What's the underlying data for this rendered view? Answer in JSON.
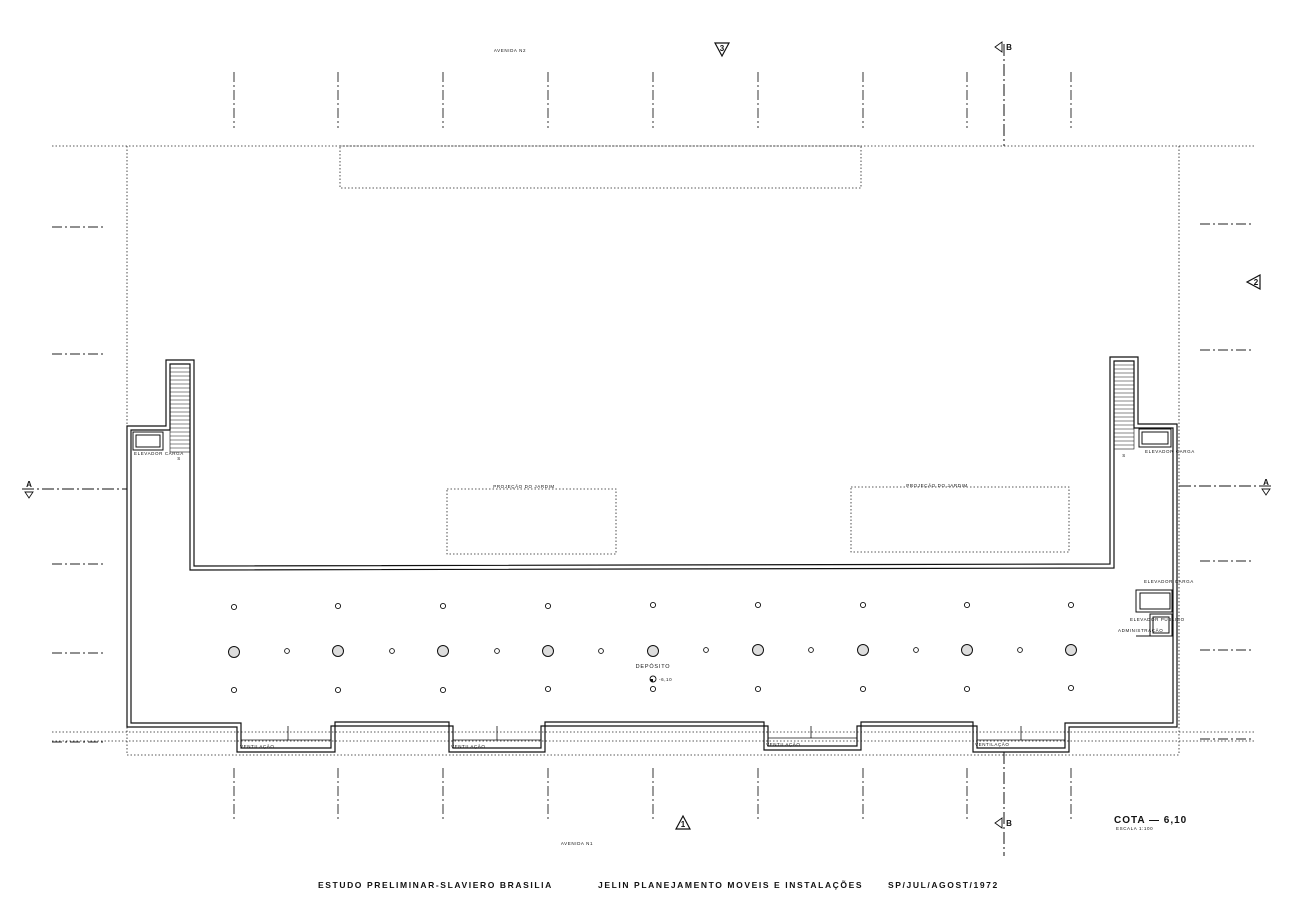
{
  "streets": {
    "top": "AVENIDA N2",
    "bottom": "AVENIDA N1"
  },
  "markers": {
    "elevation_top": "3",
    "elevation_right": "2",
    "elevation_bottom": "1",
    "section_a": "A",
    "section_b": "B"
  },
  "labels": {
    "garden_left": "PROJEÇÃO DO JARDIM",
    "garden_right": "PROJEÇÃO DO JARDIM",
    "elevator_cargo_left": "ELEVADOR CARGA",
    "elevator_cargo_right": "ELEVADOR CARGA",
    "elevator_cargo_right_2": "ELEVADOR CARGA",
    "elevator_public": "ELEVADOR PUBLICO",
    "administration": "ADMINISTRAÇÃO",
    "stair_left": "S",
    "stair_right": "S",
    "storage": "DEPÓSITO",
    "level_mark": "-6,10",
    "ventilation": [
      "VENTILAÇÃO",
      "VENTILAÇÃO",
      "VENTILAÇÃO",
      "VENTILAÇÃO"
    ]
  },
  "title_block": {
    "level": "COTA — 6,10",
    "scale": "ESCALA 1:100",
    "project": "ESTUDO PRELIMINAR-SLAVIERO BRASILIA",
    "company": "JELIN PLANEJAMENTO MOVEIS E INSTALAÇÕES",
    "date": "SP/JUL/AGOST/1972"
  },
  "colors": {
    "ink": "#111111",
    "paper": "#ffffff"
  }
}
